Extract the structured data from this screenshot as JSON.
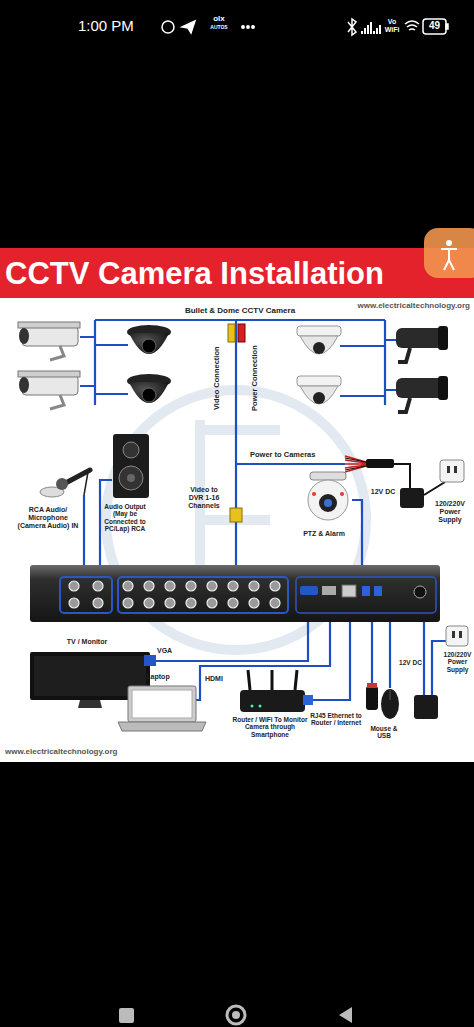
{
  "diagram": {
    "title": "CCTV Camera Installation",
    "labels": [
      "1:00 PM",
      "olx",
      "AUTOS",
      "Vo WiFi",
      "49",
      "www.electricaltechnology.org",
      "Bullet & Dome CCTV Camera",
      "Video Connection",
      "Power Connection",
      "Power to Cameras",
      "12V DC",
      "120/220V Power Supply",
      "Video to DVR 1-16 Channels",
      "PTZ & Alarm",
      "RCA Audio/ Microphone (Camera Audio) IN",
      "Audio Output (May be Connected to PC/Lap) RCA",
      "TV / Monitor",
      "VGA",
      "Laptop",
      "HDMI",
      "Router / WiFi To Monitor Camera through Smartphone",
      "RJ45 Ethernet to Router / Internet",
      "Mouse & USB",
      "12V DC",
      "120/220V Power Supply",
      "www.electricaltechnology.org"
    ]
  }
}
